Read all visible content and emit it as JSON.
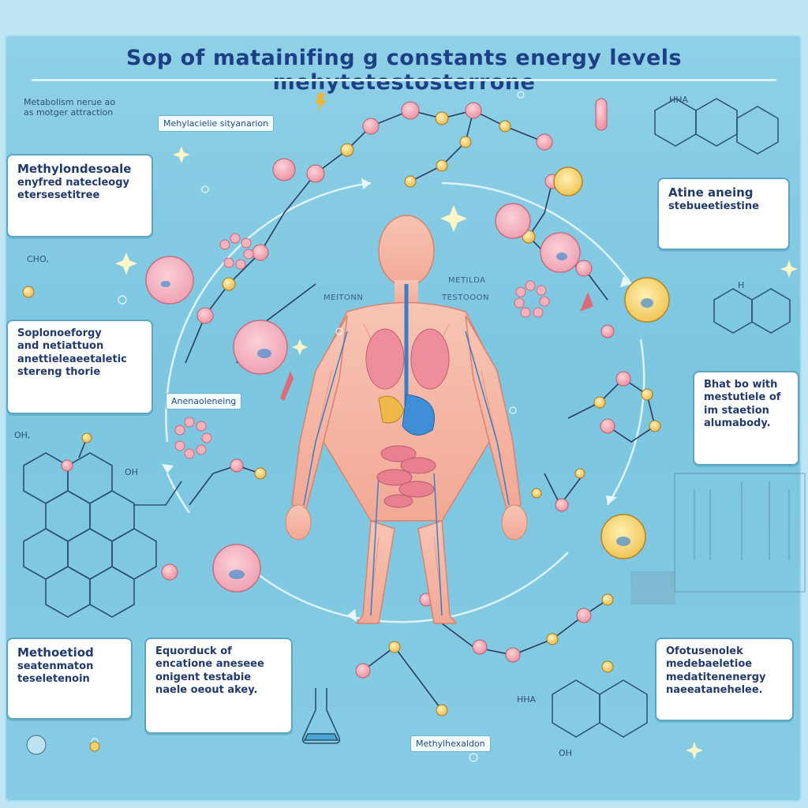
{
  "title": "Sop of matainifing g constants energy levels mehytetestosterrone",
  "colors": {
    "background": "#8fd0e6",
    "title": "#1d3f86",
    "callout_border": "#5aa6c2",
    "molecule_pink": "#f2a6b1",
    "molecule_yellow": "#f3d06a",
    "skin": "#f6b8a8",
    "organ_blue": "#3f8fd6"
  },
  "top_note": [
    "Metabolism nerue ao",
    "as motger attraction"
  ],
  "tags": {
    "top": "Mehylacielie sityanarion",
    "middle_left": "Anenaoleneing",
    "bottom": "Methylhexaldon"
  },
  "body_labels": {
    "left": "MEITONN",
    "right": [
      "METILDA",
      "TESTOOON"
    ]
  },
  "callouts": {
    "left_1": [
      "Methylondesoale",
      "enyfred natecleogy",
      "etersesetitree"
    ],
    "left_2": [
      "Soplonoeforgy",
      "and netiattuon",
      "anettieleaeetaletic",
      "stereng thorie"
    ],
    "left_3": [
      "Methoetiod",
      "seatenmaton",
      "teseletenoin"
    ],
    "bottom_mid": [
      "Equorduck of",
      "encatione aneseee",
      "onigent testabie",
      "naele oeout akey."
    ],
    "right_1": [
      "Atine aneing",
      "stebueetiestine"
    ],
    "right_2": [
      "Bhat bo with",
      "mestutiele of",
      "im staetion",
      "alumabody."
    ],
    "right_3": [
      "Ofotusenolek",
      "medebaeletioe",
      "medatitenenergy",
      "naeeatanehelee."
    ]
  },
  "chem_labels": {
    "tl": "CHO,",
    "tr": "HHA",
    "right": "H",
    "left": "OH,",
    "left_oh": "OH",
    "bottom": "HHA",
    "bottom_oh": "OH"
  },
  "icons": [
    "flask-icon",
    "sparkle-icon",
    "lightning-icon",
    "arrow-icon"
  ]
}
